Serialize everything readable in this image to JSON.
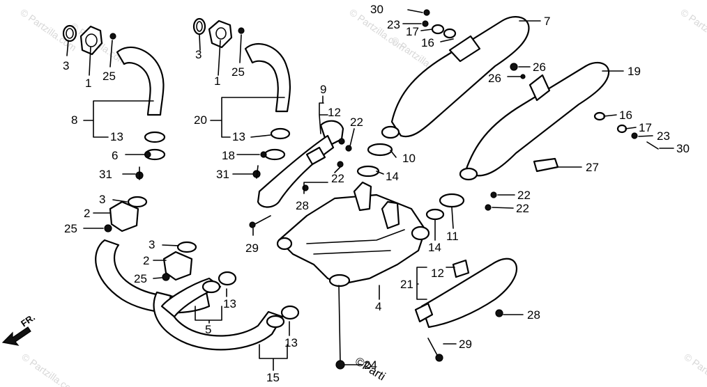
{
  "watermark": "© Partzilla.com",
  "watermark_partial": "©Parti",
  "direction_label": "FR.",
  "callouts": {
    "c30a": "30",
    "c23a": "23",
    "c17a": "17",
    "c16a": "16",
    "c7": "7",
    "c3a": "3",
    "c1a": "1",
    "c25a": "25",
    "c3b": "3",
    "c1b": "1",
    "c25b": "25",
    "c8": "8",
    "c13a": "13",
    "c6": "6",
    "c31a": "31",
    "c20": "20",
    "c13b": "13",
    "c18": "18",
    "c31b": "31",
    "c9": "9",
    "c12a": "12",
    "c22a": "22",
    "c22b": "22",
    "c28a": "28",
    "c29a": "29",
    "c10": "10",
    "c14a": "14",
    "c26a": "26",
    "c26b": "26",
    "c19": "19",
    "c16b": "16",
    "c17b": "17",
    "c23b": "23",
    "c30b": "30",
    "c27": "27",
    "c22c": "22",
    "c22d": "22",
    "c11": "11",
    "c14b": "14",
    "c3c": "3",
    "c2a": "2",
    "c25c": "25",
    "c3d": "3",
    "c2b": "2",
    "c25d": "25",
    "c13c": "13",
    "c5": "5",
    "c13d": "13",
    "c15": "15",
    "c4": "4",
    "c12b": "12",
    "c21": "21",
    "c28b": "28",
    "c29b": "29",
    "c24": "24"
  }
}
